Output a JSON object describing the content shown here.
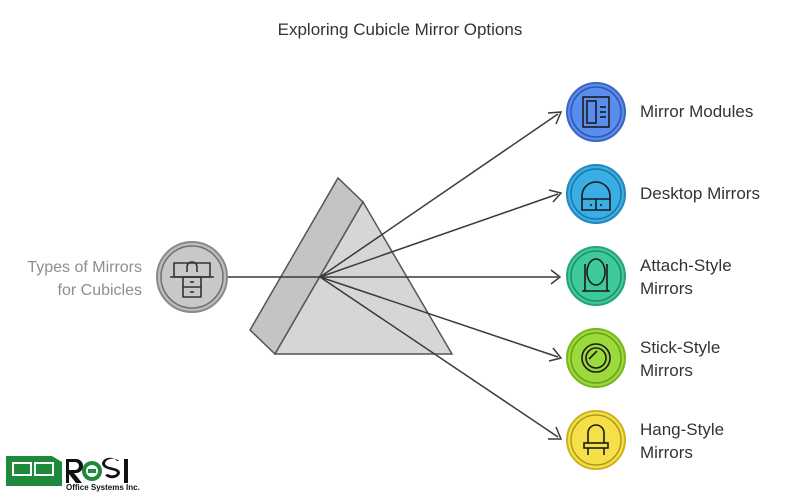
{
  "title": "Exploring Cubicle Mirror Options",
  "input": {
    "label_line1": "Types of Mirrors",
    "label_line2": "for Cubicles",
    "icon": "desk-drawer-icon"
  },
  "outputs": [
    {
      "label_lines": [
        "Mirror Modules"
      ],
      "icon": "mirror-module-panel-icon",
      "color": "#5b8def"
    },
    {
      "label_lines": [
        "Desktop Mirrors"
      ],
      "icon": "desktop-mirror-icon",
      "color": "#3aaee4"
    },
    {
      "label_lines": [
        "Attach-Style",
        "Mirrors"
      ],
      "icon": "oval-stand-mirror-icon",
      "color": "#3ec99b"
    },
    {
      "label_lines": [
        "Stick-Style",
        "Mirrors"
      ],
      "icon": "round-mirror-icon",
      "color": "#9cd93a"
    },
    {
      "label_lines": [
        "Hang-Style",
        "Mirrors"
      ],
      "icon": "vanity-mirror-icon",
      "color": "#f5e04a"
    }
  ],
  "logo": {
    "name": "ROSI",
    "tagline": "Office Systems Inc.",
    "color": "#1f8a3b"
  }
}
